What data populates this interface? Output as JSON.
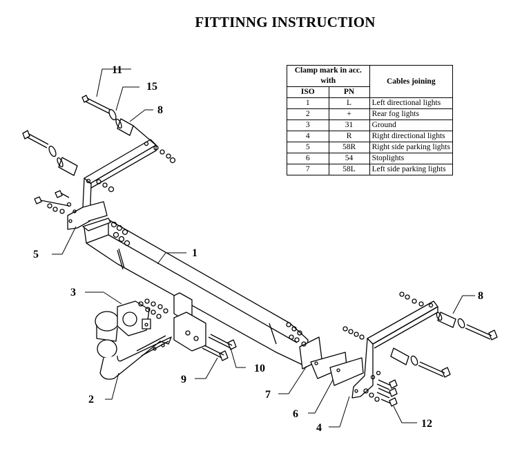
{
  "title": "FITTINNG INSTRUCTION",
  "table": {
    "header_group": "Clamp mark in acc. with",
    "header_iso": "ISO",
    "header_pn": "PN",
    "header_cables": "Cables joining",
    "rows": [
      {
        "iso": "1",
        "pn": "L",
        "desc": "Left directional lights"
      },
      {
        "iso": "2",
        "pn": "+",
        "desc": "Rear fog lights"
      },
      {
        "iso": "3",
        "pn": "31",
        "desc": "Ground"
      },
      {
        "iso": "4",
        "pn": "R",
        "desc": "Right directional lights"
      },
      {
        "iso": "5",
        "pn": "58R",
        "desc": "Right side parking lights"
      },
      {
        "iso": "6",
        "pn": "54",
        "desc": "Stoplights"
      },
      {
        "iso": "7",
        "pn": "58L",
        "desc": "Left side parking lights"
      }
    ]
  },
  "callouts": {
    "c1": "1",
    "c2": "2",
    "c3": "3",
    "c4": "4",
    "c5": "5",
    "c6": "6",
    "c7": "7",
    "c8a": "8",
    "c8b": "8",
    "c9": "9",
    "c10": "10",
    "c11": "11",
    "c12": "12",
    "c15": "15"
  }
}
